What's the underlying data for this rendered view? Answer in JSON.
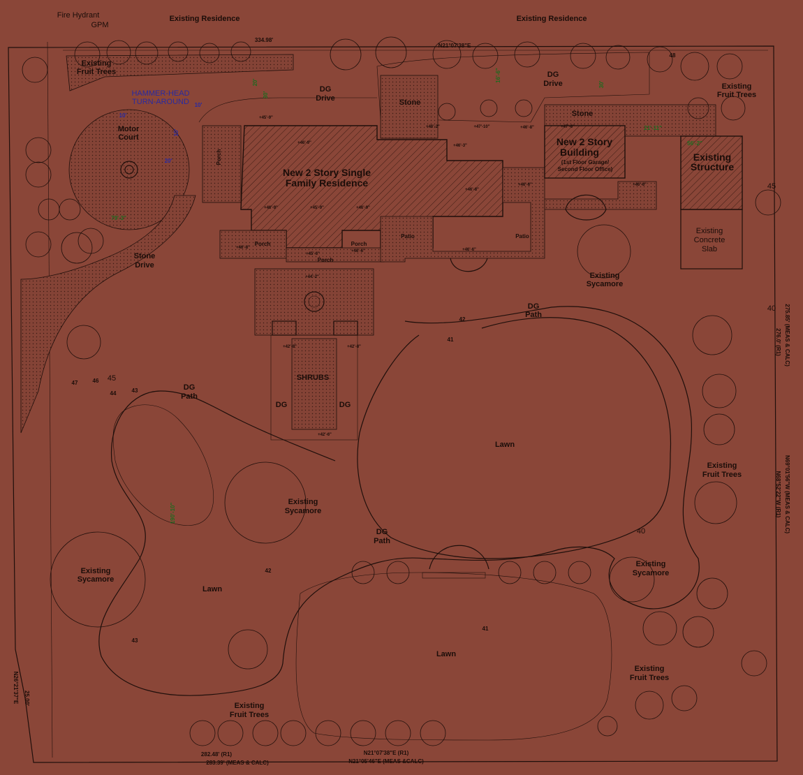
{
  "labels": {
    "fire_hydrant": "Fire Hydrant",
    "gpm": "GPM",
    "existing_residence_left": "Existing Residence",
    "existing_residence_right": "Existing Residence",
    "dim_top_left": "334.98'",
    "bearing_top": "N21°07'38\"E",
    "fruit_trees_nw_1": "Existing",
    "fruit_trees_nw_2": "Fruit Trees",
    "hammer_1": "HAMMER-HEAD",
    "hammer_2": "TURN-AROUND",
    "dg_drive_top_1": "DG",
    "dg_drive_top_2": "Drive",
    "dg_drive_right_1": "DG",
    "dg_drive_right_2": "Drive",
    "stone_1": "Stone",
    "stone_2": "Stone",
    "fruit_trees_ne_1": "Existing",
    "fruit_trees_ne_2": "Fruit Trees",
    "motor_court_1": "Motor",
    "motor_court_2": "Court",
    "residence_1": "New 2 Story Single",
    "residence_2": "Family Residence",
    "building_1": "New 2 Story",
    "building_2": "Building",
    "building_3": "(1st Floor Garage/",
    "building_4": "Second Floor Office)",
    "structure_1": "Existing",
    "structure_2": "Structure",
    "slab_1": "Existing",
    "slab_2": "Concrete",
    "slab_3": "Slab",
    "porch_v": "Porch",
    "porch_1": "Porch",
    "porch_2": "Porch",
    "porch_3": "Porch",
    "patio_1": "Patio",
    "patio_2": "Patio",
    "stone_drive_1": "Stone",
    "stone_drive_2": "Drive",
    "sycamore_ne_1": "Existing",
    "sycamore_ne_2": "Sycamore",
    "dg_path_ne_1": "DG",
    "dg_path_ne_2": "Path",
    "shrubs": "SHRUBS",
    "dg_left": "DG",
    "dg_right": "DG",
    "dg_path_w_1": "DG",
    "dg_path_w_2": "Path",
    "lawn_main": "Lawn",
    "fruit_trees_e_1": "Existing",
    "fruit_trees_e_2": "Fruit Trees",
    "sycamore_c_1": "Existing",
    "sycamore_c_2": "Sycamore",
    "dg_path_c_1": "DG",
    "dg_path_c_2": "Path",
    "sycamore_w_1": "Existing",
    "sycamore_w_2": "Sycamore",
    "lawn_w": "Lawn",
    "sycamore_e_1": "Existing",
    "sycamore_e_2": "Sycamore",
    "lawn_s": "Lawn",
    "fruit_trees_se_1": "Existing",
    "fruit_trees_se_2": "Fruit Trees",
    "fruit_trees_s_1": "Existing",
    "fruit_trees_s_2": "Fruit Trees",
    "bottom_dim_1": "282.48' (R1)",
    "bottom_dim_2": "283.39' (MEAS & CALC)",
    "bottom_bearing_1": "N21°07'38\"E (R1)",
    "bottom_bearing_2": "N21°05'46\"E (MEAS &CALC)",
    "right_dim_1": "275.85' (MEAS & CALC)",
    "right_dim_2": "276.0' (R1)",
    "right_bearing_1": "N69°01'56\"W (MEAS & CALC)",
    "right_bearing_2": "N68°52'22\"W (R1)",
    "left_bearing": "N26°21'37\"E",
    "left_dim": "25.00'",
    "dim_79": "79'-3\"",
    "dim_190": "190'-10\"",
    "dim_21": "21'-11\"",
    "dim_56": "56'-2\"",
    "dim_10a": "10'",
    "dim_10b": "10'",
    "dim_10c": "10'",
    "dim_20": "20'",
    "dim_30": "30'",
    "dim_20v": "20'",
    "dim_16": "16'-6\"",
    "dim_30b": "30'",
    "elev_1": "+46'-9\"",
    "elev_2": "+45'-9\"",
    "elev_3": "+46'-9\"",
    "elev_4": "+46'-8\"",
    "elev_5": "+46'-6\"",
    "elev_6": "+46'-8\"",
    "elev_7": "+45'-6\"",
    "elev_8": "+44'-2\"",
    "elev_9": "+42'-8\"",
    "elev_10": "+42'-8\"",
    "elev_11": "+42'-6\"",
    "elev_12": "+46'-6\"",
    "elev_13": "+46'-6\"",
    "elev_14": "+47'-6\"",
    "elev_15": "+47'-10\"",
    "elev_16": "+46'-2\"",
    "elev_17": "+46'-3\"",
    "elev_18": "+46'-9\"",
    "elev_19": "+46'-8\"",
    "elev_20": "+46'-6\"",
    "elev_21": "+45'-9\"",
    "contour_45": "45",
    "contour_44": "44",
    "contour_43": "43",
    "contour_47": "47",
    "contour_42": "42",
    "contour_41": "41",
    "contour_40": "40",
    "contour_48": "48",
    "contour_46": "46",
    "contour_42b": "42",
    "contour_41b": "41",
    "contour_43b": "43",
    "contour_40b": "40",
    "contour_45b": "45"
  },
  "colors": {
    "background": "#8a4638",
    "ink": "#1f0f0b",
    "dim_blue": "#2a2aa0",
    "dim_green": "#1f6a1f"
  }
}
